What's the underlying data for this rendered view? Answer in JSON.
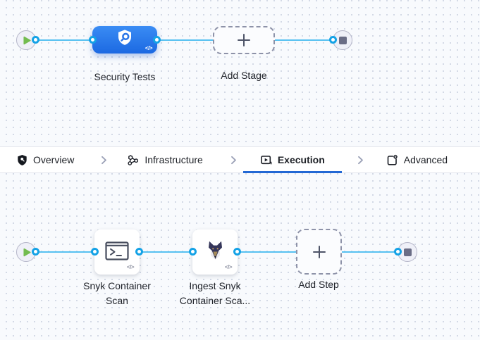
{
  "stage_pipeline": {
    "stage": {
      "label": "Security Tests",
      "icon": "shield-scan-icon",
      "code_badge": "</>"
    },
    "add_stage_label": "Add Stage",
    "start_icon": "play-icon",
    "end_icon": "stop-icon"
  },
  "tabs": {
    "items": [
      {
        "label": "Overview",
        "icon": "shield-icon",
        "active": false
      },
      {
        "label": "Infrastructure",
        "icon": "infrastructure-icon",
        "active": false
      },
      {
        "label": "Execution",
        "icon": "execution-icon",
        "active": true
      },
      {
        "label": "Advanced",
        "icon": "advanced-icon",
        "active": false
      }
    ]
  },
  "execution_pipeline": {
    "steps": [
      {
        "line1": "Snyk Container",
        "line2": "Scan",
        "icon": "terminal-icon",
        "code_badge": "</>"
      },
      {
        "line1": "Ingest Snyk",
        "line2": "Container Sca...",
        "icon": "snyk-dog-icon",
        "code_badge": "</>"
      }
    ],
    "add_step_label": "Add Step",
    "start_icon": "play-icon",
    "end_icon": "stop-icon"
  },
  "colors": {
    "canvas_bg": "#f8fafd",
    "grid_dot": "#ccd3e1",
    "flow_line": "#57c1f1",
    "connector_ring": "#14a2e6",
    "stage_node_blue_top": "#3a8cf4",
    "stage_node_blue_bottom": "#1c69e2",
    "active_tab_underline": "#2368d4",
    "play_green": "#73bc50",
    "stop_square_gray": "#6a6d86"
  }
}
